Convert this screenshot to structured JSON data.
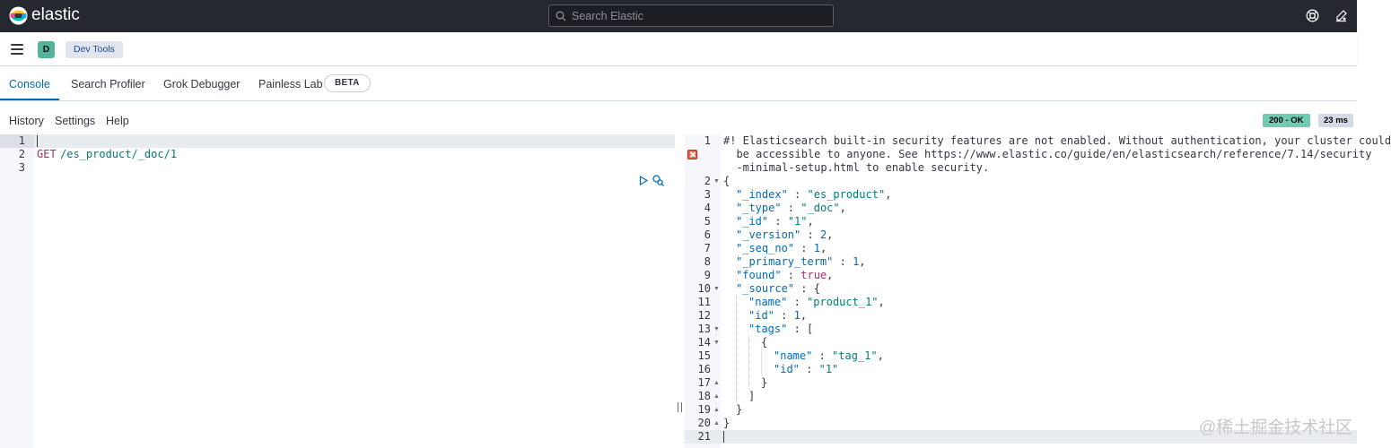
{
  "header": {
    "app_name": "elastic",
    "search_placeholder": "Search Elastic"
  },
  "subheader": {
    "avatar_letter": "D",
    "breadcrumb": "Dev Tools"
  },
  "tabs": [
    {
      "label": "Console",
      "active": true
    },
    {
      "label": "Search Profiler",
      "active": false
    },
    {
      "label": "Grok Debugger",
      "active": false
    },
    {
      "label": "Painless Lab",
      "active": false
    }
  ],
  "beta_badge": "BETA",
  "console_menu": {
    "history": "History",
    "settings": "Settings",
    "help": "Help"
  },
  "status": {
    "code": "200 - OK",
    "time": "23 ms",
    "ok_color": "#6dccb1"
  },
  "request": {
    "line_numbers": [
      "1",
      "2",
      "3"
    ],
    "method": "GET",
    "path": "/es_product/_doc/1"
  },
  "response": {
    "line_numbers": [
      "1",
      "",
      "",
      "2",
      "3",
      "4",
      "5",
      "6",
      "7",
      "8",
      "9",
      "10",
      "11",
      "12",
      "13",
      "14",
      "15",
      "16",
      "17",
      "18",
      "19",
      "20",
      "21"
    ],
    "comment_lines": [
      "#! Elasticsearch built-in security features are not enabled. Without authentication, your cluster could",
      "  be accessible to anyone. See https://www.elastic.co/guide/en/elasticsearch/reference/7.14/security",
      "  -minimal-setup.html to enable security."
    ],
    "open_brace": "{",
    "index_key": "\"_index\"",
    "index_val": "\"es_product\"",
    "type_key": "\"_type\"",
    "type_val": "\"_doc\"",
    "id_key": "\"_id\"",
    "id_val": "\"1\"",
    "version_key": "\"_version\"",
    "version_val": "2",
    "seq_key": "\"_seq_no\"",
    "seq_val": "1",
    "term_key": "\"_primary_term\"",
    "term_val": "1",
    "found_key": "\"found\"",
    "found_val": "true",
    "source_key": "\"_source\"",
    "name_key": "\"name\"",
    "name_val": "\"product_1\"",
    "sid_key": "\"id\"",
    "sid_val": "1",
    "tags_key": "\"tags\"",
    "tag_name_key": "\"name\"",
    "tag_name_val": "\"tag_1\"",
    "tag_id_key": "\"id\"",
    "tag_id_val": "\"1\"",
    "close_brace": "}"
  },
  "watermark": "@稀土掘金技术社区"
}
